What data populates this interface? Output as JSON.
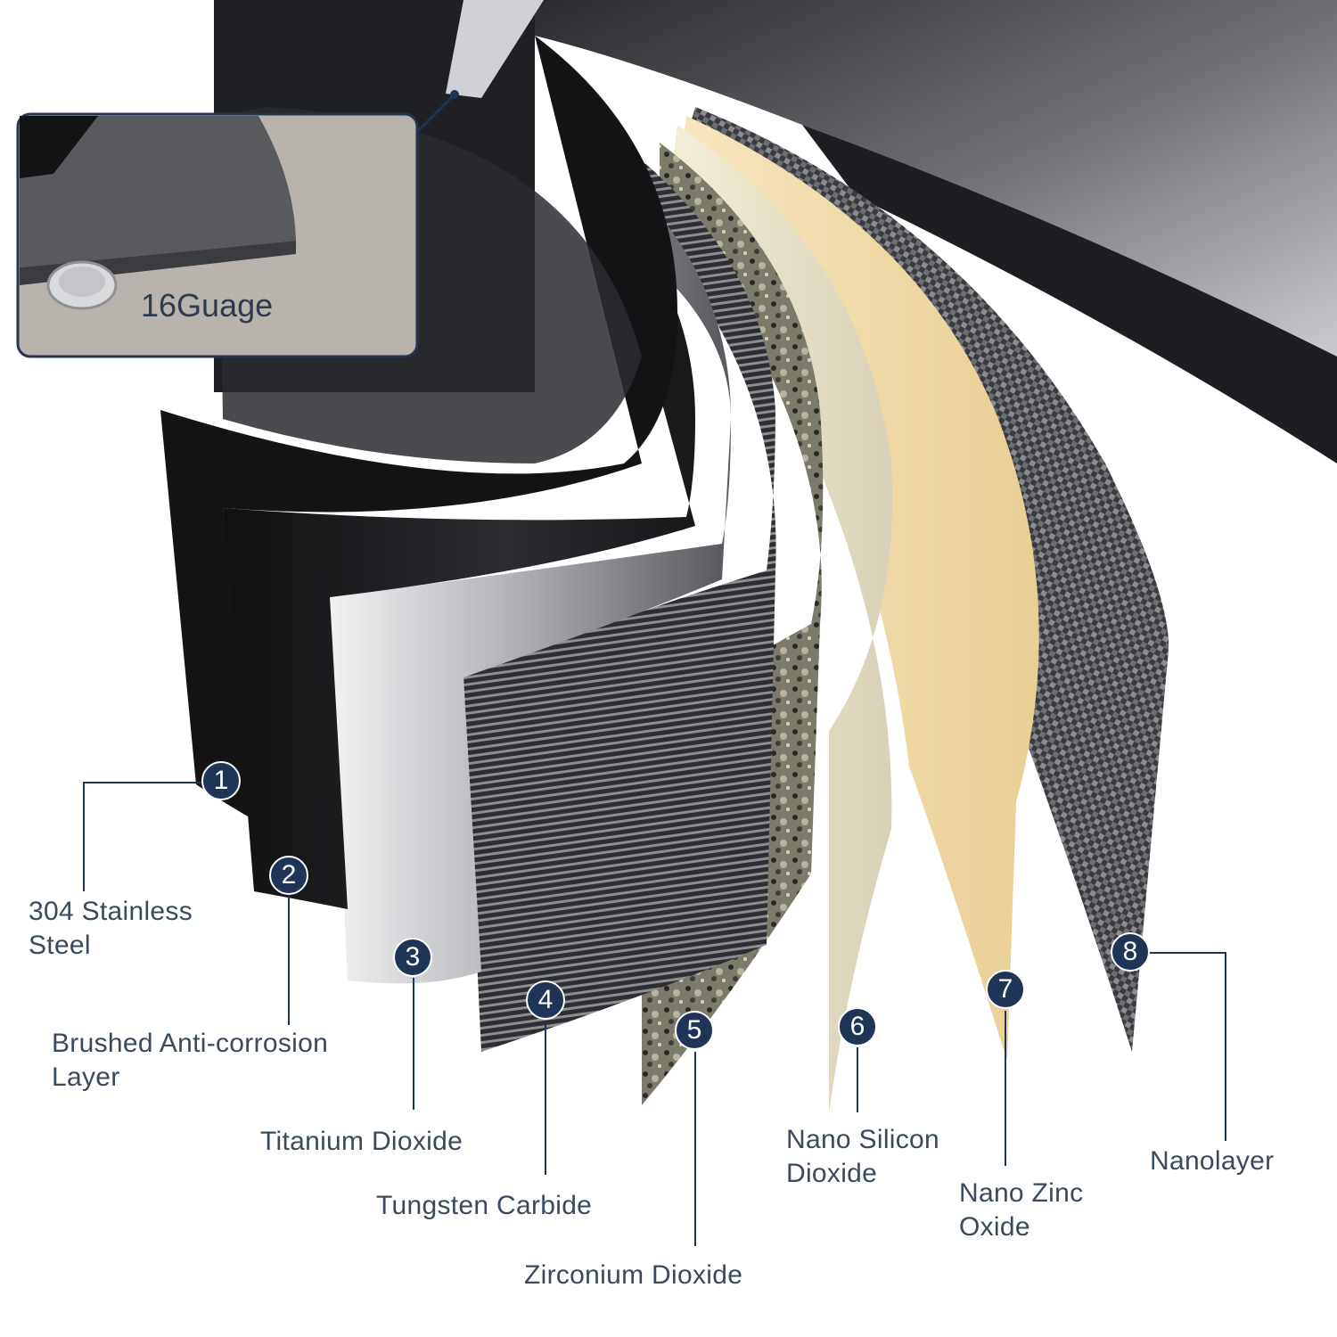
{
  "inset": {
    "caption": "16Guage"
  },
  "layers": [
    {
      "number": "1",
      "name_line1": "304 Stainless",
      "name_line2": "Steel"
    },
    {
      "number": "2",
      "name_line1": "Brushed Anti-corrosion",
      "name_line2": "Layer"
    },
    {
      "number": "3",
      "name_line1": "Titanium Dioxide",
      "name_line2": ""
    },
    {
      "number": "4",
      "name_line1": "Tungsten Carbide",
      "name_line2": ""
    },
    {
      "number": "5",
      "name_line1": "Zirconium Dioxide",
      "name_line2": ""
    },
    {
      "number": "6",
      "name_line1": "Nano Silicon",
      "name_line2": "Dioxide"
    },
    {
      "number": "7",
      "name_line1": "Nano Zinc",
      "name_line2": "Oxide"
    },
    {
      "number": "8",
      "name_line1": "Nanolayer",
      "name_line2": ""
    }
  ],
  "colors": {
    "badge": "#1f3456",
    "leader_line": "#1f3456",
    "label_text": "#3a4a5c",
    "sheet_dark": "#1c1c1e",
    "sheet_steel": "#9a9ca0",
    "sheet_cream": "#efe6cf",
    "sheet_tan": "#f3dfb2"
  }
}
